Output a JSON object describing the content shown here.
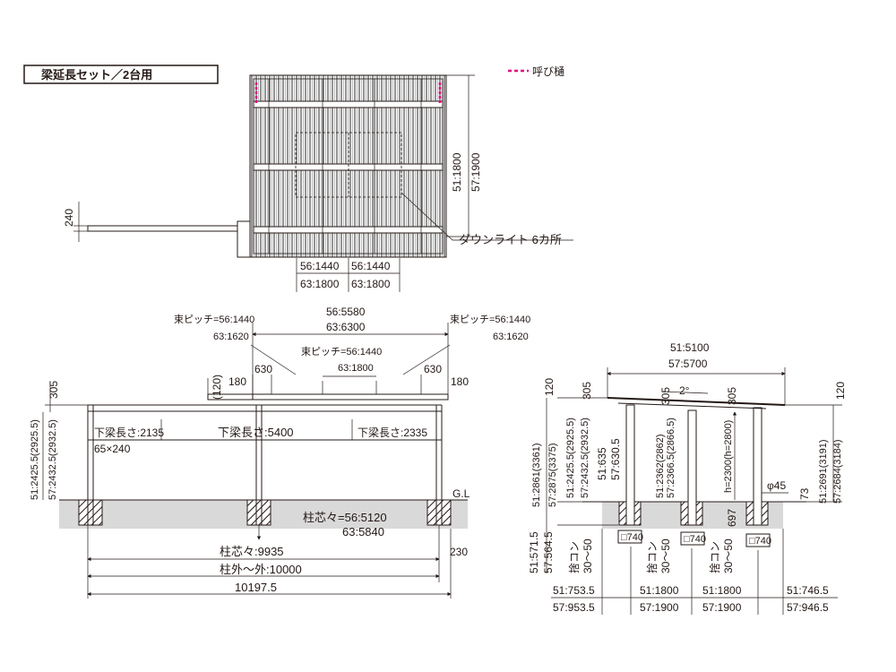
{
  "title": "梁延長セット／2台用",
  "legend": {
    "label": "呼び樋",
    "color": "#e4007f"
  },
  "plan": {
    "depth_label_1": "51:1800",
    "depth_label_2": "57:1900",
    "beam_ext_label": "240",
    "downlight_label": "ダウンライト 6カ所",
    "bay_1a": "56:1440",
    "bay_1b": "63:1800",
    "bay_2a": "56:1440",
    "bay_2b": "63:1800"
  },
  "front": {
    "total_a": "56:5580",
    "total_b": "63:6300",
    "pitch_left_a": "束ピッチ=56:1440",
    "pitch_left_b": "63:1620",
    "pitch_right_a": "束ピッチ=56:1440",
    "pitch_right_b": "63:1620",
    "pitch_mid_a": "束ピッチ=56:1440",
    "pitch_mid_b": "63:1800",
    "dim_305": "305",
    "dim_120": "(120)",
    "dim_180_left": "180",
    "dim_630_left": "630",
    "dim_630_right": "630",
    "dim_180_right": "180",
    "sub_beam_left": "下梁長さ:2135",
    "sub_beam_mid": "下梁長さ:5400",
    "sub_beam_right": "下梁長さ:2335",
    "beam_section": "65×240",
    "height_a": "51:2425.5(2925.5)",
    "height_b": "57:2432.5(2932.5)",
    "gl": "G.L",
    "post_pitch_a": "柱芯々=56:5120",
    "post_pitch_b": "63:5840",
    "post_pitch_total": "柱芯々:9935",
    "dim_230": "230",
    "outer_total": "柱外〜外:10000",
    "overall": "10197.5"
  },
  "side": {
    "width_a": "51:5100",
    "width_b": "57:5700",
    "dim_120_left": "120",
    "dim_305_a": "305",
    "dim_305_b": "305",
    "dim_305_c": "305",
    "slope": "2°",
    "dim_120_right": "120",
    "left_h_a": "51:2861(3361)",
    "left_h_b": "57:2875(3375)",
    "left_h2_a": "51:2425.5(2925.5)",
    "left_h2_b": "57:2432.5(2932.5)",
    "mid_h_a": "51:635",
    "mid_h_b": "57:630.5",
    "mid_h2_a": "51:2362(2862)",
    "mid_h2_b": "57:2366.5(2866.5)",
    "mid_h3": "h=2300(h=2800)",
    "right_h_a": "51:2691(3191)",
    "right_h_b": "57:2684(3184)",
    "phi": "φ45",
    "dim_73": "73",
    "embed_a": "51:571.5",
    "embed_b": "57:564.5",
    "stone_1": "捨コン",
    "stone_1_range": "30〜50",
    "stone_2": "捨コン",
    "stone_2_range": "30〜50",
    "stone_3": "捨コン",
    "stone_3_range": "30〜50",
    "dim_697": "697",
    "foot_1": "□740",
    "foot_2": "□740",
    "foot_3": "□740",
    "bottom_1a": "51:753.5",
    "bottom_1b": "57:953.5",
    "bottom_2a": "51:1800",
    "bottom_2b": "57:1900",
    "bottom_3a": "51:1800",
    "bottom_3b": "57:1900",
    "bottom_4a": "51:746.5",
    "bottom_4b": "57:946.5"
  }
}
